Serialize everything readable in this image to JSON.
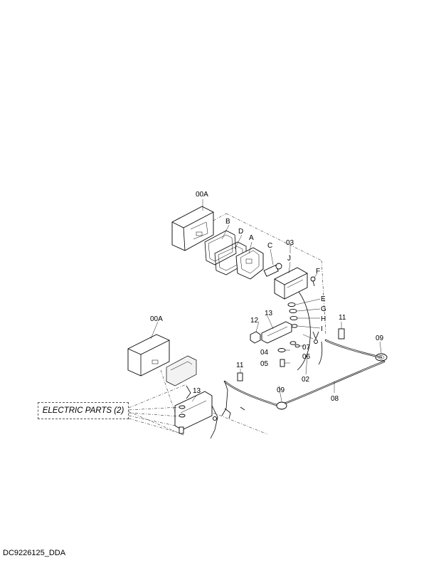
{
  "callouts": {
    "assy_top": "00A",
    "assy_left": "00A",
    "a": "A",
    "b": "B",
    "c": "C",
    "d": "D",
    "e": "E",
    "f": "F",
    "g": "G",
    "h": "H",
    "i": "I",
    "j": "J",
    "p02": "02",
    "p03": "03",
    "p04": "04",
    "p05": "05",
    "p06": "06",
    "p07": "07",
    "p08": "08",
    "p09_right": "09",
    "p09_mid": "09",
    "p11_right": "11",
    "p11_mid": "11",
    "p12": "12",
    "p13_upper": "13",
    "p13_lower": "13"
  },
  "reference_box": {
    "label": "ELECTRIC PARTS (2)"
  },
  "drawing_code": "DC9226125_DDA"
}
